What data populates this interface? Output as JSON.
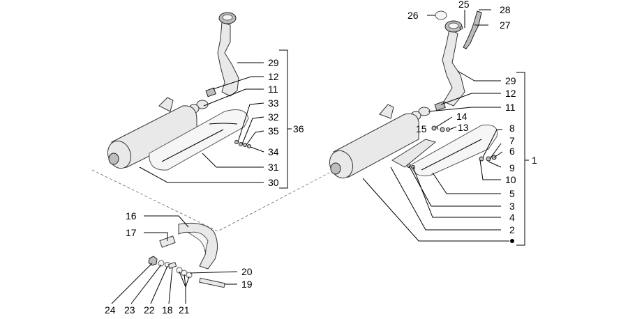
{
  "diagram": {
    "left_assembly_labels": [
      "29",
      "12",
      "11",
      "33",
      "32",
      "35",
      "34",
      "36",
      "31",
      "30"
    ],
    "right_assembly_labels": [
      "26",
      "25",
      "28",
      "27",
      "29",
      "12",
      "11",
      "14",
      "15",
      "13",
      "8",
      "7",
      "6",
      "9",
      "10",
      "5",
      "3",
      "4",
      "2",
      "1"
    ],
    "guard_labels": [
      "16",
      "17",
      "20",
      "19",
      "24",
      "23",
      "22",
      "18",
      "21"
    ]
  }
}
